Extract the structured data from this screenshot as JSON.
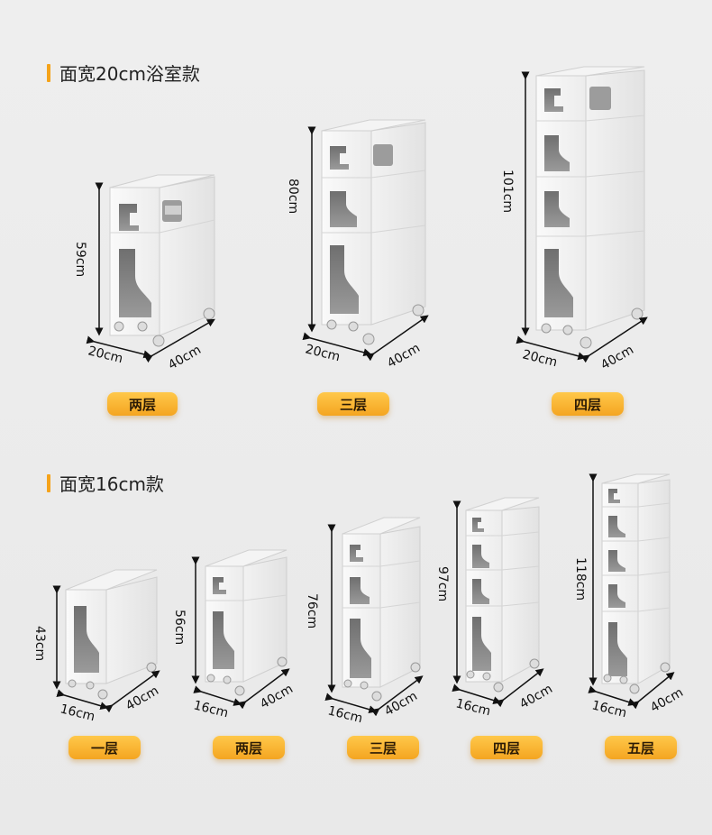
{
  "section1": {
    "title": "面宽20cm浴室款",
    "items": [
      {
        "height": "59cm",
        "width": "20cm",
        "depth": "40cm",
        "label": "两层"
      },
      {
        "height": "80cm",
        "width": "20cm",
        "depth": "40cm",
        "label": "三层"
      },
      {
        "height": "101cm",
        "width": "20cm",
        "depth": "40cm",
        "label": "四层"
      }
    ]
  },
  "section2": {
    "title": "面宽16cm款",
    "items": [
      {
        "height": "43cm",
        "width": "16cm",
        "depth": "40cm",
        "label": "一层"
      },
      {
        "height": "56cm",
        "width": "16cm",
        "depth": "40cm",
        "label": "两层"
      },
      {
        "height": "76cm",
        "width": "16cm",
        "depth": "40cm",
        "label": "三层"
      },
      {
        "height": "97cm",
        "width": "16cm",
        "depth": "40cm",
        "label": "四层"
      },
      {
        "height": "118cm",
        "width": "16cm",
        "depth": "40cm",
        "label": "五层"
      }
    ]
  },
  "colors": {
    "accent": "#f5a31a",
    "background": "#ececec",
    "cabinet": "#f7f7f7"
  }
}
